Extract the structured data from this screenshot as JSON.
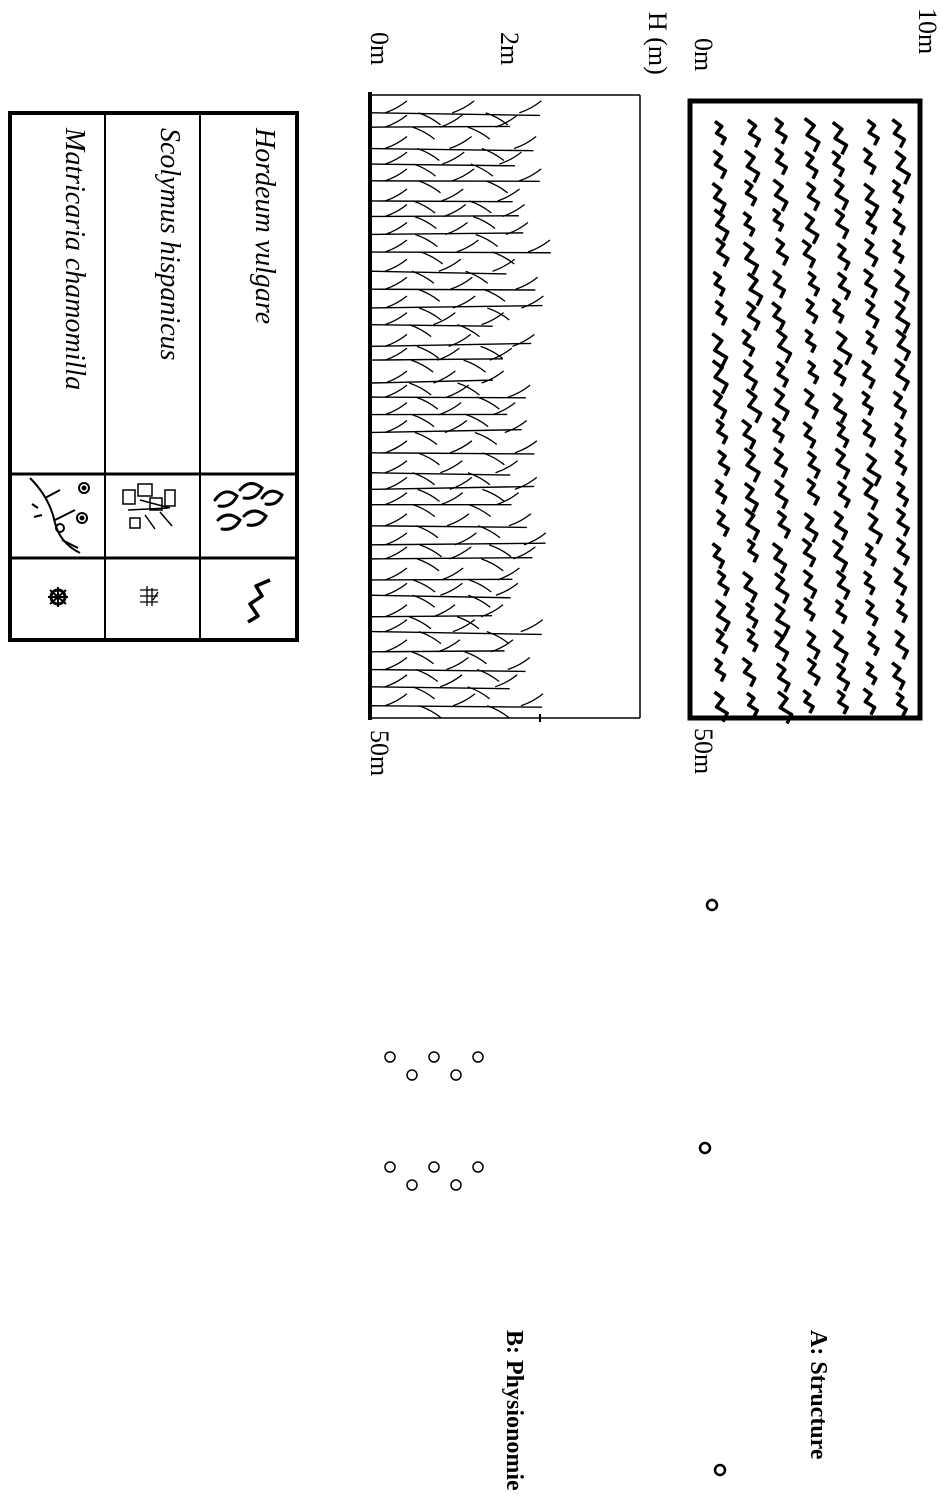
{
  "panelA": {
    "title": "A: Structure",
    "top_left_label": "10m",
    "bottom_left_label": "0m",
    "bottom_right_label": "50m"
  },
  "panelB": {
    "title": "B: Physionomie",
    "axis_title": "H (m)",
    "tick_2m": "2m",
    "tick_0m": "0m",
    "end_label": "50m"
  },
  "legend": {
    "rows": [
      {
        "name": "Hordeum vulgare",
        "drawing_icon": "barley-leaves-icon",
        "symbol_icon": "barley-symbol-icon"
      },
      {
        "name": "Scolymus hispanicus",
        "drawing_icon": "thistle-plant-icon",
        "symbol_icon": "thistle-symbol-icon"
      },
      {
        "name": "Matricaria chamomilla",
        "drawing_icon": "chamomile-plant-icon",
        "symbol_icon": "flower-symbol-icon"
      }
    ]
  }
}
